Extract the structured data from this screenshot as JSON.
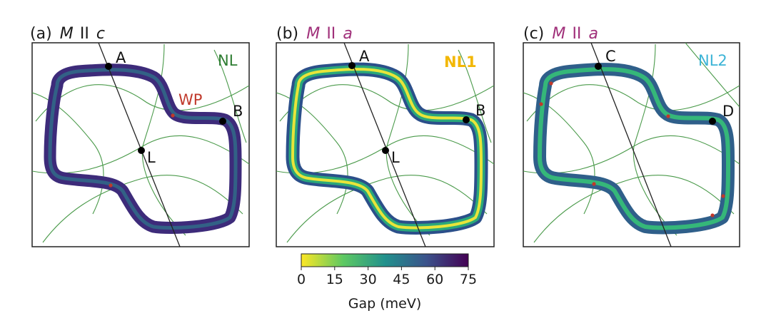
{
  "panels": [
    {
      "prefix": "(a)",
      "m": "M",
      "par": "II",
      "axis": "c",
      "title_color": "#1a1a1a",
      "tag": "NL",
      "tag_color": "#2e7d32",
      "tag_bold": false,
      "tag2": "WP",
      "tag2_color": "#c0392b",
      "points": [
        "A",
        "B",
        "L"
      ]
    },
    {
      "prefix": "(b)",
      "m": "M",
      "par": "II",
      "axis": "a",
      "title_color": "#a0307a",
      "tag": "NL1",
      "tag_color": "#f2b705",
      "tag_bold": true,
      "points": [
        "A",
        "B",
        "L"
      ]
    },
    {
      "prefix": "(c)",
      "m": "M",
      "par": "II",
      "axis": "a",
      "title_color": "#a0307a",
      "tag": "NL2",
      "tag_color": "#3cb4d6",
      "tag_bold": false,
      "points": [
        "C",
        "D"
      ]
    }
  ],
  "colorbar": {
    "ticks": [
      "0",
      "15",
      "30",
      "45",
      "60",
      "75"
    ],
    "label": "Gap (meV)",
    "stops": [
      "#fde725",
      "#5ec962",
      "#21918c",
      "#3b528b",
      "#440154"
    ]
  }
}
